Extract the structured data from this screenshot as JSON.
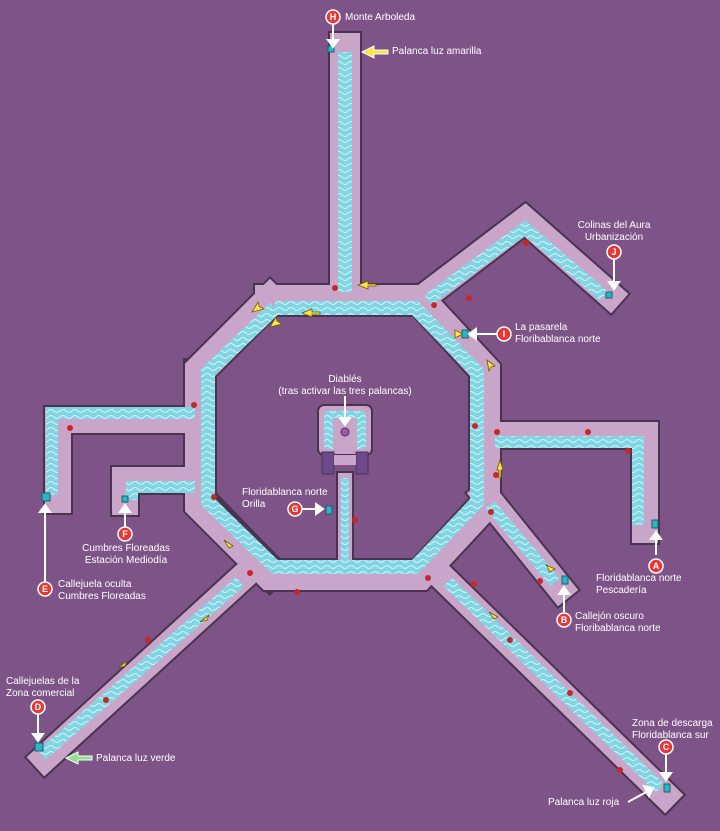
{
  "colors": {
    "background": "#7e5387",
    "walkway": "#c9a6c9",
    "walkway_edge": "#4a3350",
    "water": "#7fd5e3",
    "marker": "#e53935",
    "arrow_white": "#ffffff",
    "arrow_yellow": "#ffe14d",
    "arrow_green": "#8fe08a"
  },
  "markers": {
    "A": "A",
    "B": "B",
    "C": "C",
    "D": "D",
    "E": "E",
    "F": "F",
    "G": "G",
    "H": "H",
    "I": "I",
    "J": "J"
  },
  "labels": {
    "H": [
      "Monte Arboleda"
    ],
    "yellow_lever": [
      "Palanca luz amarilla"
    ],
    "J": [
      "Colinas del Aura",
      "Urbanización"
    ],
    "I": [
      "La pasarela",
      "Floribablanca norte"
    ],
    "diables": [
      "Diablés",
      "(tras activar las tres palancas)"
    ],
    "G": [
      "Floridablanca norte",
      "Orilla"
    ],
    "F": [
      "Cumbres Floreadas",
      "Estación Mediodía"
    ],
    "E": [
      "Callejuela oculta",
      "Cumbres Floreadas"
    ],
    "A": [
      "Floridablanca norte",
      "Pescadería"
    ],
    "B": [
      "Callejón oscuro",
      "Floribablanca norte"
    ],
    "D": [
      "Callejuelas de la",
      "Zona comercial"
    ],
    "green_lever": [
      "Palanca luz verde"
    ],
    "C": [
      "Zona de descarga",
      "Floridablanca sur"
    ],
    "red_lever": [
      "Palanca luz roja"
    ]
  }
}
